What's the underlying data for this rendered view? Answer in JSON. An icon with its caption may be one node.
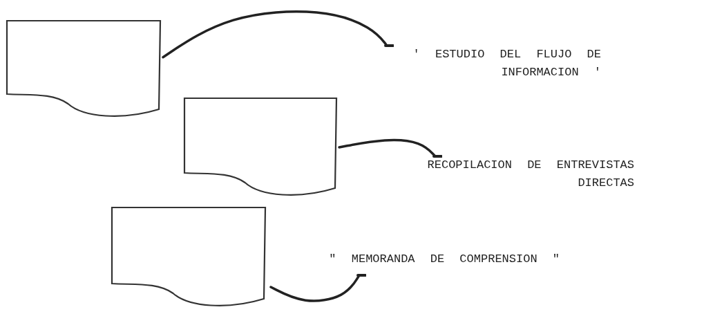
{
  "diagram": {
    "nodes": [
      {
        "text": [],
        "shape": "document"
      },
      {
        "text": [
          "' ESTUDIO DEL FLUJO DE INFORMACION '"
        ]
      },
      {
        "text": [],
        "shape": "document"
      },
      {
        "text": [
          "RECOPILACION DE ENTREVISTAS DIRECTAS"
        ]
      },
      {
        "text": [],
        "shape": "document"
      },
      {
        "text": [
          "\" MEMORANDA DE COMPRENSION \""
        ]
      }
    ],
    "edges": [
      {
        "from": 0,
        "to": 1,
        "arrow": "other"
      },
      {
        "from": 2,
        "to": 3,
        "arrow": "other"
      },
      {
        "from": 4,
        "to": 5,
        "arrow": "other"
      }
    ]
  }
}
